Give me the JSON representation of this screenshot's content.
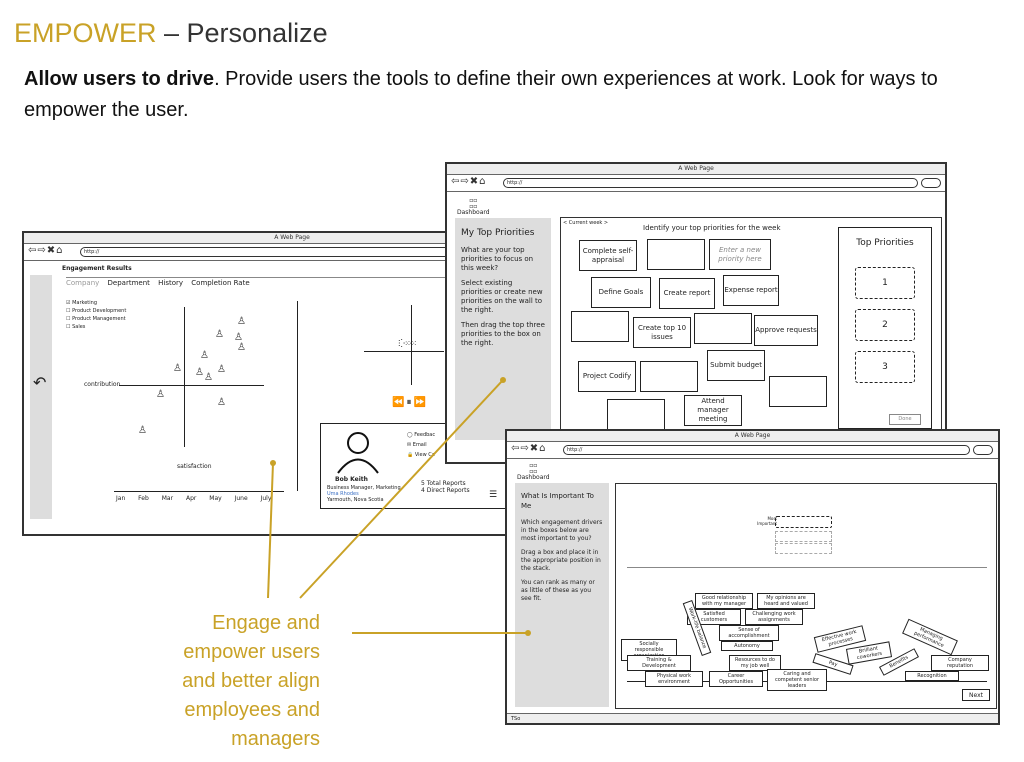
{
  "header": {
    "title_accent": "EMPOWER",
    "title_rest": " – Personalize",
    "subtitle_bold": "Allow users to drive",
    "subtitle_text": ". Provide users the tools to define their own experiences at work. Look for ways to empower the user."
  },
  "callout": {
    "lines": [
      "Engage and",
      "empower users",
      "and better align",
      "employees and",
      "managers"
    ]
  },
  "colors": {
    "accent": "#c9a227",
    "panel_gray": "#dddddd"
  },
  "window_common": {
    "title": "A Web Page",
    "url": "http://",
    "nav": "⇦⇨✖⌂",
    "dashboard": "Dashboard"
  },
  "win1": {
    "header": "Engagement Results",
    "tabs": [
      "Company",
      "Department",
      "History",
      "Completion Rate"
    ],
    "filters": [
      {
        "label": "Marketing",
        "checked": true
      },
      {
        "label": "Product Development",
        "checked": false
      },
      {
        "label": "Product Management",
        "checked": false
      },
      {
        "label": "Sales",
        "checked": false
      }
    ],
    "axis_contribution": "contribution",
    "axis_satisfaction": "satisfaction",
    "months": [
      "Jan",
      "Feb",
      "Mar",
      "Apr",
      "May",
      "June",
      "July"
    ],
    "profile": {
      "name": "Bob Keith",
      "role": "Business Manager, Marketing",
      "link": "Uma Rhodes",
      "location": "Yarmouth, Nova Scotia",
      "total_reports": "5 Total Reports",
      "direct_reports": "4 Direct Reports",
      "actions": [
        "Feedbac",
        "Email",
        "View Ca"
      ]
    },
    "back_icon": "undo-arrow-icon",
    "media_icons": [
      "rewind-icon",
      "pause-icon",
      "forward-icon"
    ]
  },
  "win2": {
    "sidebar_title": "My Top Priorities",
    "sidebar_p1": "What are your top priorities to focus on this week?",
    "sidebar_p2": "Select existing priorities or create new priorities on the wall to the right.",
    "sidebar_p3": "Then drag the top three priorities to the box on the right.",
    "current_week": "< Current week >",
    "heading": "Identify your top priorities for the week",
    "cards": [
      "Complete self-appraisal",
      "",
      "Enter a new priority here",
      "Define Goals",
      "Create report",
      "Expense report",
      "",
      "Create top 10 issues",
      "",
      "Approve requests",
      "Submit budget",
      "Project Codify",
      "",
      "",
      "Attend manager meeting",
      ""
    ],
    "top_title": "Top Priorities",
    "slots": [
      "1",
      "2",
      "3"
    ],
    "done": "Done"
  },
  "win3": {
    "sidebar_title": "What Is Important To Me",
    "sidebar_p1": "Which engagement drivers in the boxes below are most important to you?",
    "sidebar_p2": "Drag a box and place it in the appropriate position in the stack.",
    "sidebar_p3": "You can rank as many or as little of these as you see fit.",
    "most_important": "Most Important",
    "tags": [
      "Good relationship with my manager",
      "My opinions are heard and valued",
      "Satisfied customers",
      "Challenging work assignments",
      "Sense of accomplishment",
      "Socially responsible organization",
      "Autonomy",
      "Training & Development",
      "Resources to do my job well",
      "Physical work environment",
      "Career Opportunities",
      "Caring and competent senior leaders",
      "Work-life balance",
      "Effective work processes",
      "Brilliant coworkers",
      "Pay",
      "Benefits",
      "Managing performance",
      "Company reputation",
      "Recognition"
    ],
    "next": "Next",
    "footer": "TSo"
  }
}
